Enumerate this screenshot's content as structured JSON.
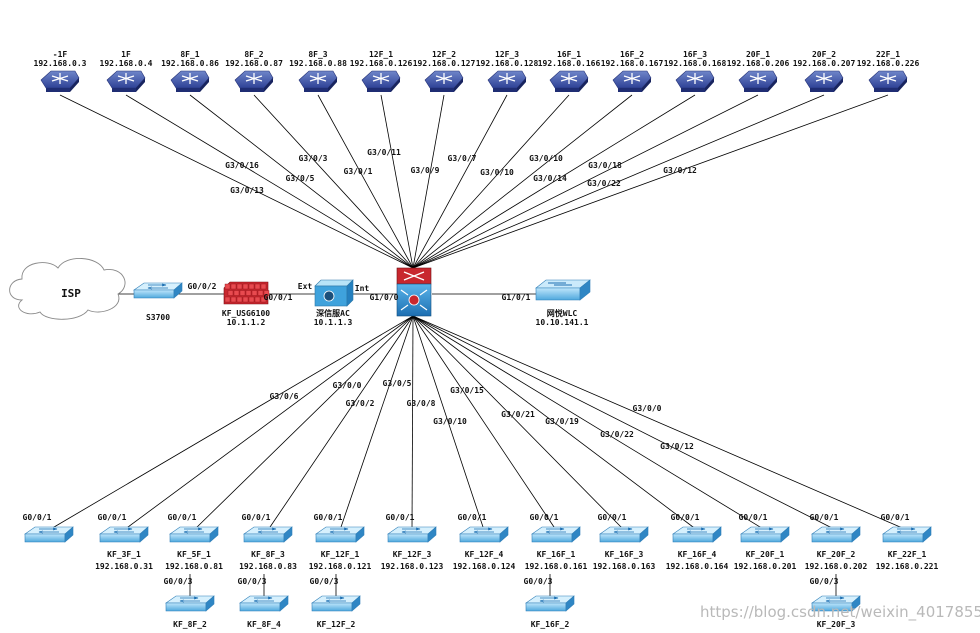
{
  "top_switches": [
    {
      "name": "-1F",
      "ip": "192.168.0.3",
      "port": "G3/0/13"
    },
    {
      "name": "1F",
      "ip": "192.168.0.4",
      "port": "G3/0/16"
    },
    {
      "name": "8F_1",
      "ip": "192.168.0.86",
      "port": "G3/0/5"
    },
    {
      "name": "8F_2",
      "ip": "192.168.0.87",
      "port": "G3/0/3"
    },
    {
      "name": "8F_3",
      "ip": "192.168.0.88",
      "port": "G3/0/1"
    },
    {
      "name": "12F_1",
      "ip": "192.168.0.126",
      "port": "G3/0/11"
    },
    {
      "name": "12F_2",
      "ip": "192.168.0.127",
      "port": "G3/0/9"
    },
    {
      "name": "12F_3",
      "ip": "192.168.0.128",
      "port": "G3/0/7"
    },
    {
      "name": "16F_1",
      "ip": "192.168.0.166",
      "port": "G3/0/10"
    },
    {
      "name": "16F_2",
      "ip": "192.168.0.167",
      "port": "G3/0/10"
    },
    {
      "name": "16F_3",
      "ip": "192.168.0.168",
      "port": "G3/0/14"
    },
    {
      "name": "20F_1",
      "ip": "192.168.0.206",
      "port": "G3/0/18"
    },
    {
      "name": "20F_2",
      "ip": "192.168.0.207",
      "port": "G3/0/22"
    },
    {
      "name": "22F_1",
      "ip": "192.168.0.226",
      "port": "G3/0/12"
    }
  ],
  "middle": {
    "isp": "ISP",
    "s3700": "S3700",
    "firewall": {
      "name": "KF_USG6100",
      "ip": "10.1.1.2",
      "port_left": "G0/0/2",
      "port_right": "G0/0/1"
    },
    "ac": {
      "name": "深信服AC",
      "ip": "10.1.1.3",
      "ext": "Ext",
      "int": "Int"
    },
    "core_port_left": "G1/0/0",
    "wlc": {
      "name": "网悦WLC",
      "ip": "10.10.141.1",
      "port": "G1/0/1"
    }
  },
  "bottom_ports": [
    "G3/0/6",
    "G3/0/0",
    "G3/0/2",
    "G3/0/5",
    "G3/0/8",
    "G3/0/10",
    "G3/0/15",
    "G3/0/21",
    "G3/0/19",
    "G3/0/22",
    "G3/0/0",
    "G3/0/12"
  ],
  "bottom_switches": [
    {
      "name": "",
      "ip": "",
      "uplink": "G0/0/1"
    },
    {
      "name": "KF_3F_1",
      "ip": "192.168.0.31",
      "uplink": "G0/0/1"
    },
    {
      "name": "KF_5F_1",
      "ip": "192.168.0.81",
      "uplink": "G0/0/1"
    },
    {
      "name": "KF_8F_3",
      "ip": "192.168.0.83",
      "uplink": "G0/0/1"
    },
    {
      "name": "KF_12F_1",
      "ip": "192.168.0.121",
      "uplink": "G0/0/1"
    },
    {
      "name": "KF_12F_3",
      "ip": "192.168.0.123",
      "uplink": "G0/0/1"
    },
    {
      "name": "KF_12F_4",
      "ip": "192.168.0.124",
      "uplink": "G0/0/1"
    },
    {
      "name": "KF_16F_1",
      "ip": "192.168.0.161",
      "uplink": "G0/0/1"
    },
    {
      "name": "KF_16F_3",
      "ip": "192.168.0.163",
      "uplink": "G0/0/1"
    },
    {
      "name": "KF_16F_4",
      "ip": "192.168.0.164",
      "uplink": "G0/0/1"
    },
    {
      "name": "KF_20F_1",
      "ip": "192.168.0.201",
      "uplink": "G0/0/1"
    },
    {
      "name": "KF_20F_2",
      "ip": "192.168.0.202",
      "uplink": "G0/0/1"
    },
    {
      "name": "KF_22F_1",
      "ip": "192.168.0.221",
      "uplink": "G0/0/1"
    }
  ],
  "sub_switches": [
    {
      "name": "KF_8F_2",
      "port": "G0/0/3"
    },
    {
      "name": "KF_8F_4",
      "port": "G0/0/3"
    },
    {
      "name": "KF_12F_2",
      "port": "G0/0/3"
    },
    {
      "name": "KF_16F_2",
      "port": "G0/0/3"
    },
    {
      "name": "KF_20F_3",
      "port": "G0/0/3"
    }
  ],
  "watermark": "https://blog.csdn.net/weixin_40178556"
}
